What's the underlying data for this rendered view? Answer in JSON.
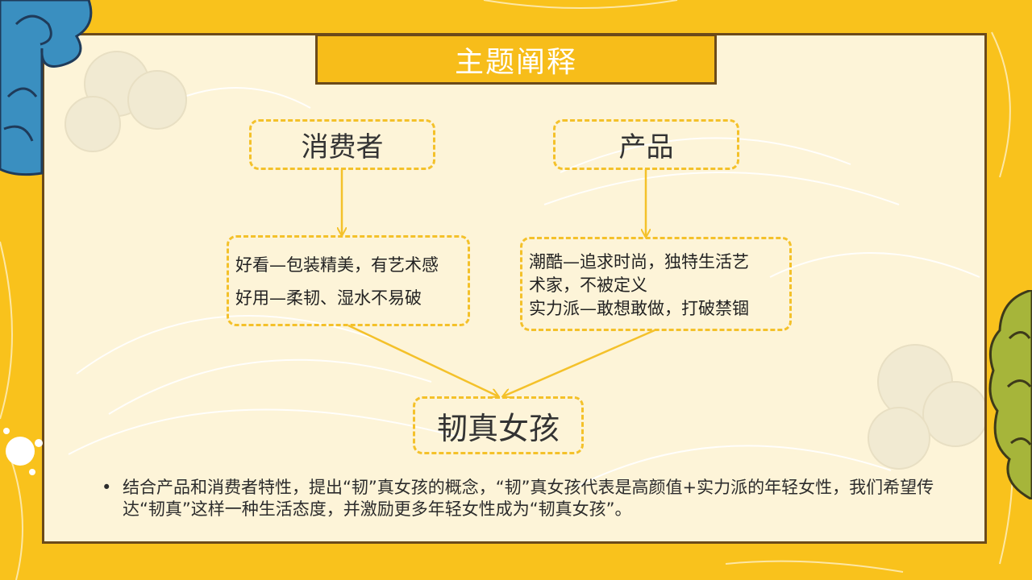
{
  "title": "主题阐释",
  "nodes": {
    "consumer": {
      "label": "消费者",
      "details": [
        "好看—包装精美，有艺术感",
        "好用—柔韧、湿水不易破"
      ]
    },
    "product": {
      "label": "产品",
      "details": [
        "潮酷—追求时尚，独特生活艺",
        "术家，不被定义",
        "实力派—敢想敢做，打破禁锢"
      ]
    },
    "result": {
      "label": "韧真女孩"
    }
  },
  "bullet_text": "结合产品和消费者特性，提出“韧”真女孩的概念，“韧”真女孩代表是高颜值+实力派的年轻女性，我们希望传达“韧真”这样一种生活态度，并激励更多年轻女性成为“韧真女孩”。",
  "colors": {
    "background": "#f9c21c",
    "panel": "#fdf4d8",
    "frame_border": "#6b4a1a",
    "dashed_border": "#f4c12a",
    "title_text": "#ffffff",
    "cloud_blue": "#3a8fc0",
    "cloud_green": "#a6b53a"
  },
  "icons": [
    "cloud-decoration-blue",
    "cloud-decoration-green",
    "cloud-decoration-outline",
    "ink-splash"
  ]
}
